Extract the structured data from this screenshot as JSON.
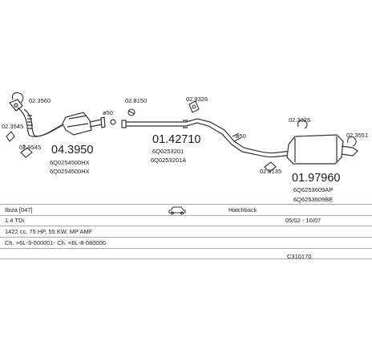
{
  "diagram": {
    "parts": [
      {
        "id": "p1",
        "code": "04.3950",
        "subs": [
          "6Q0254500HX",
          "6Q0254500HX"
        ]
      },
      {
        "id": "p2",
        "code": "01.42710",
        "subs": [
          "6Q0253201",
          "6Q0253201A"
        ]
      },
      {
        "id": "p3",
        "code": "01.97960",
        "subs": [
          "6Q6253609AP",
          "6Q6253609BE"
        ]
      }
    ],
    "fittings": [
      "02.3560",
      "02.3545",
      "02.9545",
      "02.8150",
      "02.9326",
      "02.3326",
      "02.3551",
      "02.5135"
    ],
    "diameters": [
      "ø50",
      "ø50"
    ]
  },
  "info": {
    "model": "Ibiza [047]",
    "body": "Hatchback",
    "engine": "1.4 TDi",
    "years": "05/02 - 10/07",
    "spec": "1422 cc, 75 HP, 55 KW, MP AMF",
    "chassis": "Ch. >6L-3-000001- Ch. <6L-8-080000",
    "ref": "C310170"
  }
}
